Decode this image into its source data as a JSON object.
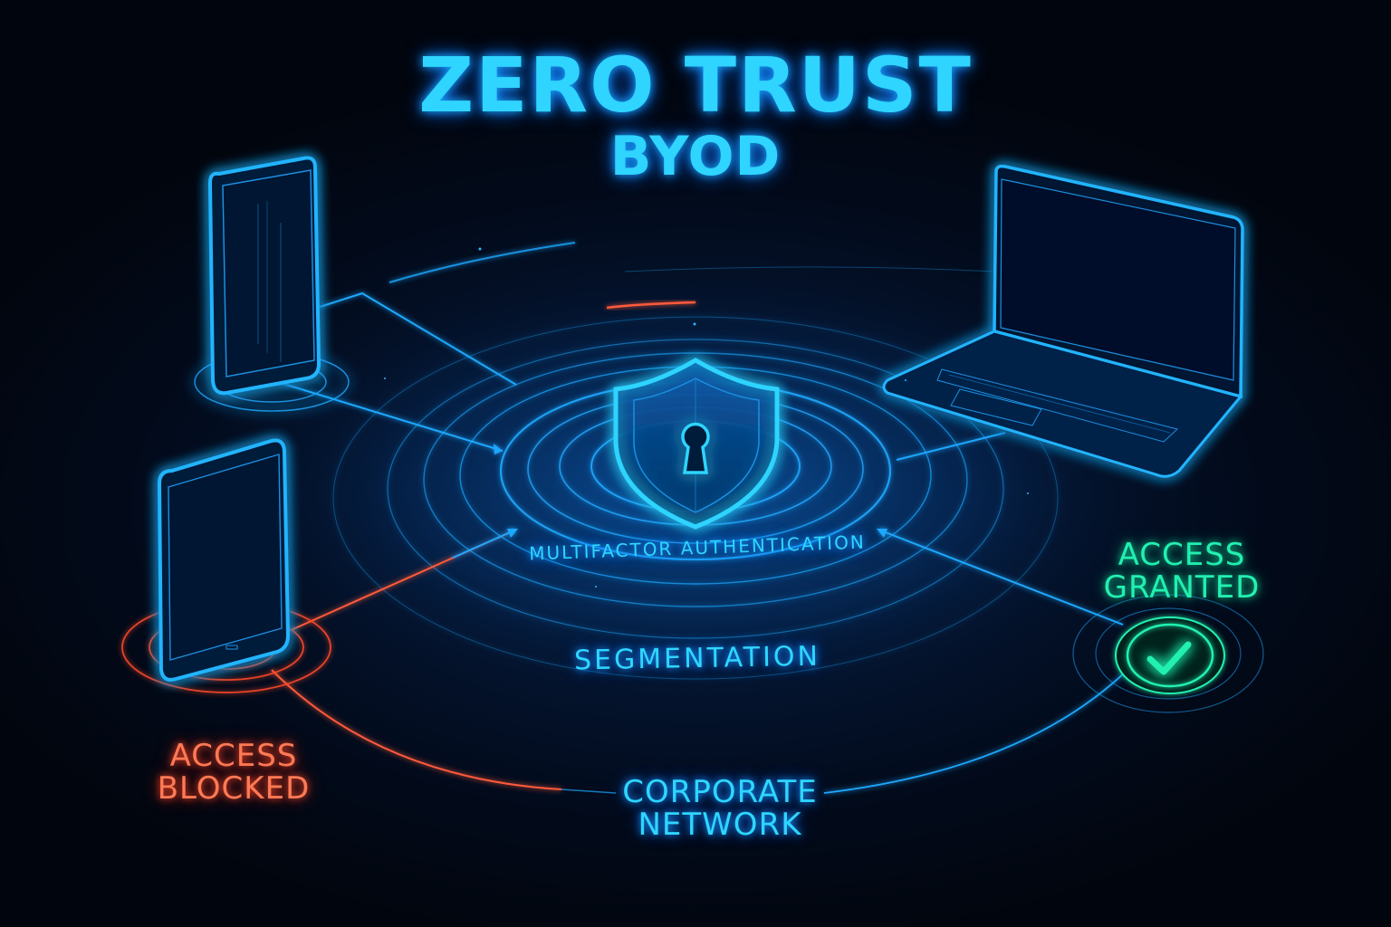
{
  "title": {
    "main": "ZERO TRUST",
    "sub": "BYOD"
  },
  "center": {
    "icon": "shield-keyhole-icon",
    "ring_labels": {
      "inner": "MULTIFACTOR AUTHENTICATION",
      "outer": "SEGMENTATION"
    }
  },
  "devices": [
    {
      "name": "smartphone",
      "icon": "smartphone-icon",
      "status": "connected",
      "color": "#1ea8ff"
    },
    {
      "name": "laptop",
      "icon": "laptop-icon",
      "status": "connected",
      "color": "#1ea8ff"
    },
    {
      "name": "tablet",
      "icon": "tablet-icon",
      "status": "blocked",
      "color": "#1ea8ff"
    }
  ],
  "statuses": {
    "granted": {
      "line1": "ACCESS",
      "line2": "GRANTED",
      "icon": "checkmark-icon",
      "color": "#22f0b0"
    },
    "blocked": {
      "line1": "ACCESS",
      "line2": "BLOCKED",
      "color": "#ff7a55"
    }
  },
  "network": {
    "line1": "CORPORATE",
    "line2": "NETWORK"
  },
  "colors": {
    "background": "#020a1a",
    "accent_cyan": "#2fd4ff",
    "accent_green": "#22f0b0",
    "accent_red": "#ff5a3a"
  }
}
